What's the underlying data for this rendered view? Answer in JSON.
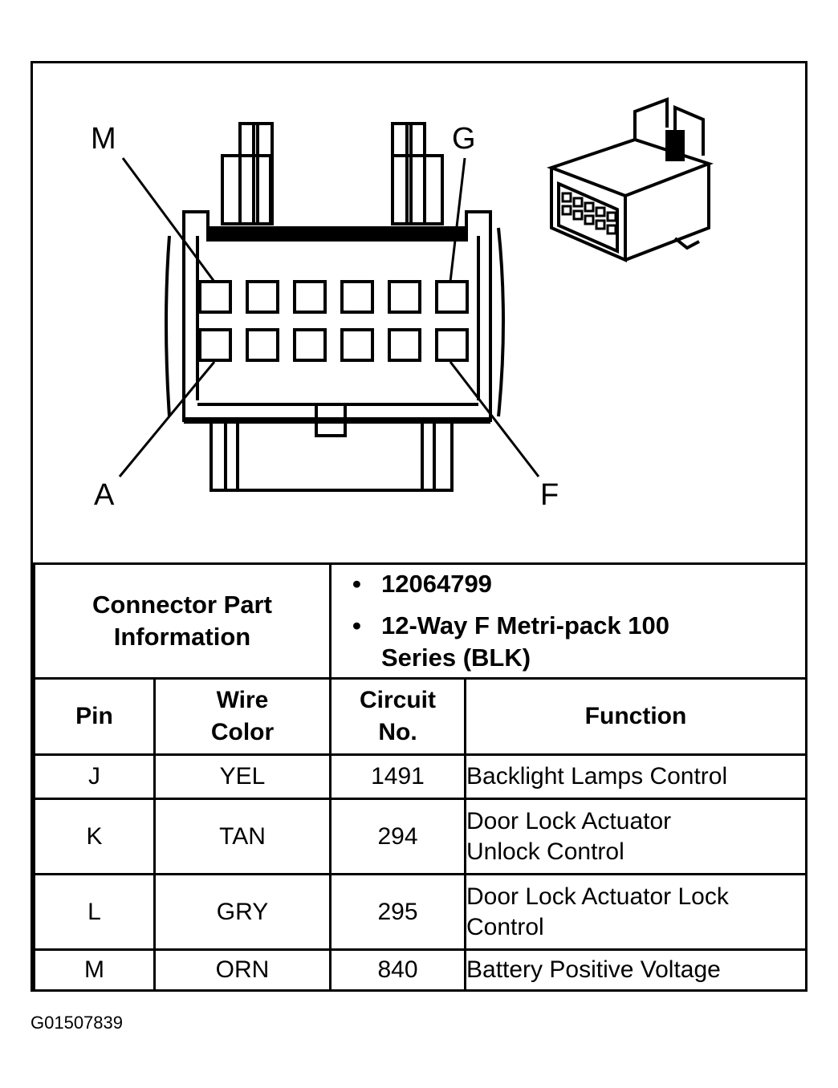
{
  "diagram": {
    "callouts": {
      "top_left": "M",
      "top_right": "G",
      "bottom_left": "A",
      "bottom_right": "F"
    }
  },
  "connector_info": {
    "label": "Connector Part Information",
    "items": [
      "12064799",
      "12-Way F Metri-pack 100 Series (BLK)"
    ]
  },
  "pin_table": {
    "headers": {
      "pin": "Pin",
      "wire_color": "Wire Color",
      "circuit": "Circuit No.",
      "function": "Function"
    },
    "rows": [
      {
        "pin": "J",
        "wire_color": "YEL",
        "circuit": "1491",
        "function": "Backlight Lamps Control"
      },
      {
        "pin": "K",
        "wire_color": "TAN",
        "circuit": "294",
        "function": "Door Lock Actuator Unlock Control"
      },
      {
        "pin": "L",
        "wire_color": "GRY",
        "circuit": "295",
        "function": "Door Lock Actuator Lock Control"
      },
      {
        "pin": "M",
        "wire_color": "ORN",
        "circuit": "840",
        "function": "Battery Positive Voltage"
      }
    ]
  },
  "figure_id": "G01507839"
}
